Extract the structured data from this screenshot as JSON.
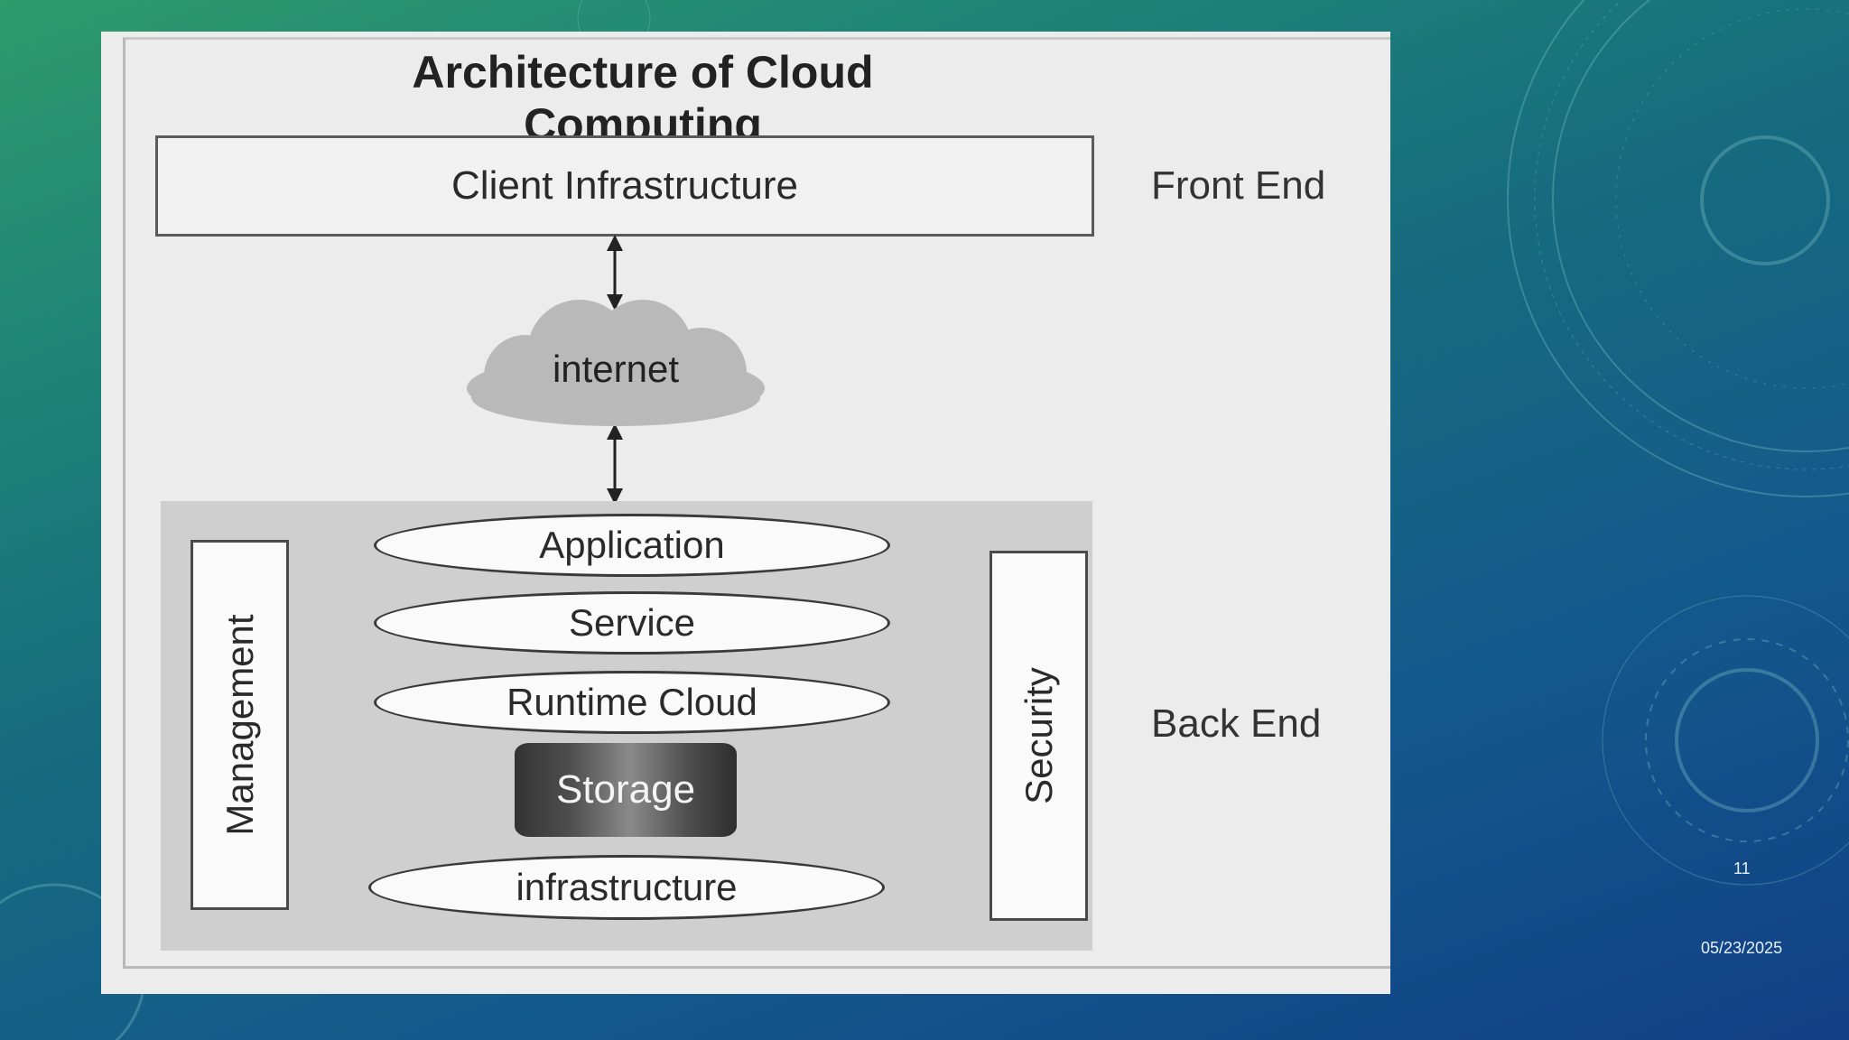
{
  "diagram": {
    "title": "Architecture of Cloud Computing",
    "client_label": "Client Infrastructure",
    "internet_label": "internet",
    "front_end_label": "Front End",
    "back_end_label": "Back End",
    "management_label": "Management",
    "security_label": "Security",
    "layers": [
      "Application",
      "Service",
      "Runtime Cloud",
      "infrastructure"
    ],
    "storage_label": "Storage"
  },
  "slide": {
    "number": "11",
    "date": "05/23/2025"
  }
}
